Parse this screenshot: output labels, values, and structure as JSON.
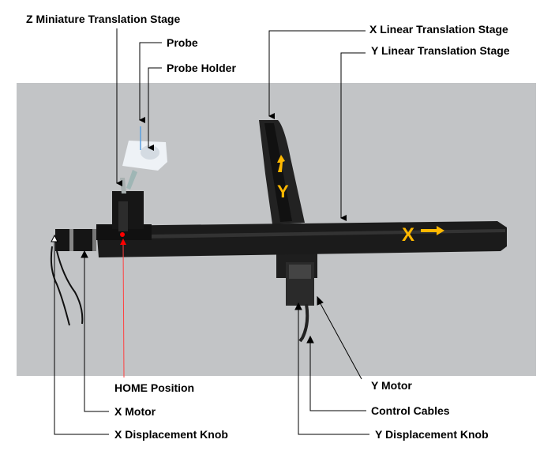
{
  "labels": {
    "z_stage": "Z Miniature Translation Stage",
    "probe": "Probe",
    "probe_holder": "Probe Holder",
    "x_linear": "X Linear Translation Stage",
    "y_linear": "Y Linear Translation Stage",
    "home": "HOME Position",
    "x_motor": "X Motor",
    "x_knob": "X Displacement Knob",
    "y_motor": "Y Motor",
    "control_cables": "Control Cables",
    "y_knob": "Y Displacement Knob"
  },
  "axis_marks": {
    "x": "X",
    "y": "Y"
  },
  "colors": {
    "background": "#c2c4c6",
    "stage": "#1c1c1c",
    "axis_arrow": "#ffb800",
    "home_marker": "#ff0000"
  }
}
